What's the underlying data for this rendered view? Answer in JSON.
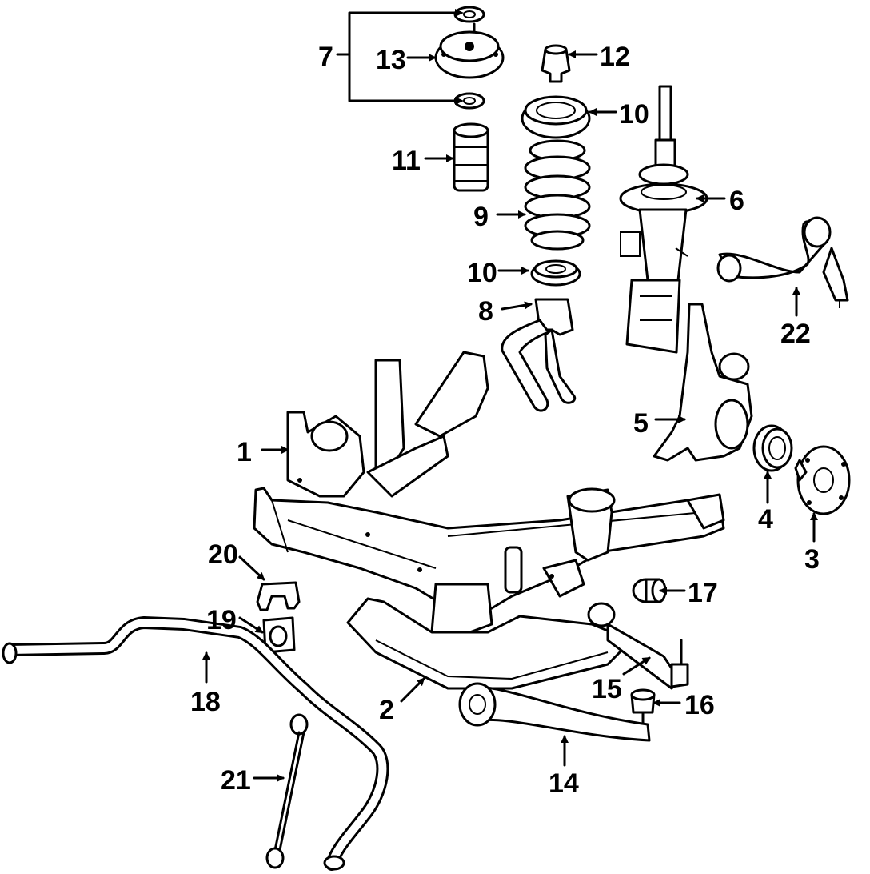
{
  "callouts": {
    "c1": "1",
    "c2": "2",
    "c3": "3",
    "c4": "4",
    "c5": "5",
    "c6": "6",
    "c7": "7",
    "c8": "8",
    "c9": "9",
    "c10a": "10",
    "c10b": "10",
    "c11": "11",
    "c12": "12",
    "c13": "13",
    "c14": "14",
    "c15": "15",
    "c16": "16",
    "c17": "17",
    "c18": "18",
    "c19": "19",
    "c20": "20",
    "c21": "21",
    "c22": "22"
  },
  "colors": {
    "line": "#000000",
    "background": "#ffffff"
  }
}
